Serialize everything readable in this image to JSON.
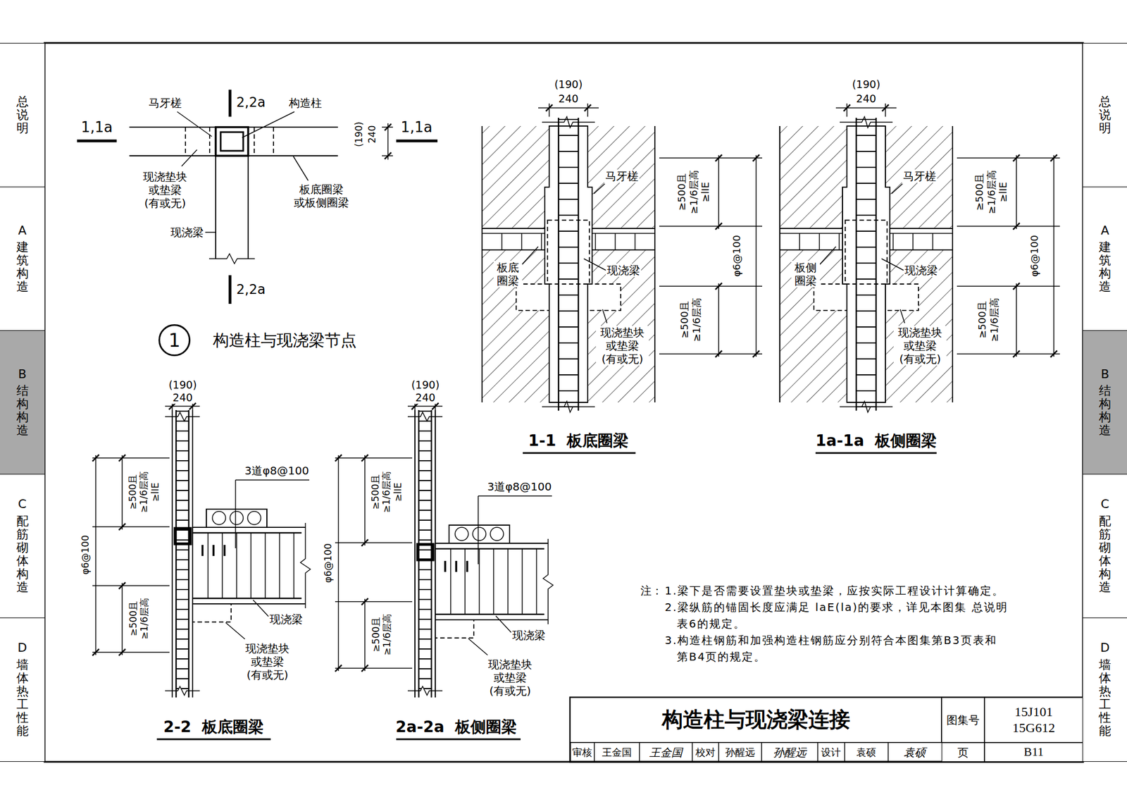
{
  "diagram": {
    "nodes": [
      {
        "text": [
          "总说明"
        ]
      },
      {
        "text": [
          "A",
          "建筑构造"
        ]
      },
      {
        "text": [
          "B",
          "结构构造"
        ]
      },
      {
        "text": [
          "C",
          "配筋砌体构造"
        ]
      },
      {
        "text": [
          "D",
          "墙体热工性能"
        ]
      },
      {
        "text": [
          "总说明"
        ]
      },
      {
        "text": [
          "A",
          "建筑构造"
        ]
      },
      {
        "text": [
          "B",
          "结构构造"
        ]
      },
      {
        "text": [
          "C",
          "配筋砌体构造"
        ]
      },
      {
        "text": [
          "D",
          "墙体热工性能"
        ]
      },
      {
        "text": [
          "1"
        ]
      },
      {
        "text": [
          "构造柱与现浇梁连接"
        ]
      },
      {
        "text": [
          "图集号"
        ]
      },
      {
        "text": [
          "15J101 15G612"
        ]
      },
      {
        "text": [
          "页"
        ]
      },
      {
        "text": [
          "B11"
        ]
      }
    ],
    "labels": [
      "马牙槎",
      "2,2a",
      "构造柱",
      "1,1a",
      "1,1a",
      "(190)",
      "240",
      "现浇垫块 或垫梁 (有或无)",
      "板底圈梁 或板侧圈梁",
      "现浇梁",
      "2,2a",
      "构造柱与现浇梁节点",
      "(190)",
      "240",
      "马牙槎",
      "板底 圈梁",
      "现浇梁",
      "现浇垫块 或垫梁 (有或无)",
      "≥500且 ≥1/6层高 ≥lIE",
      "φ6@100",
      "≥500且 ≥1/6层高",
      "1-1  板底圈梁",
      "(190)",
      "240",
      "马牙槎",
      "板侧 圈梁",
      "现浇梁",
      "现浇垫块 或垫梁 (有或无)",
      "≥500且 ≥1/6层高 ≥lIE",
      "φ6@100",
      "≥500且 ≥1/6层高",
      "1a-1a  板侧圈梁",
      "(190)",
      "240",
      "≥500且 ≥1/6层高 ≥lIE",
      "φ6@100",
      "≥500且 ≥1/6层高",
      "3道φ8@100",
      "现浇梁",
      "现浇垫块 或垫梁 (有或无)",
      "2-2  板底圈梁",
      "(190)",
      "240",
      "≥500且 ≥1/6层高 ≥lIE",
      "φ6@100",
      "≥500且 ≥1/6层高",
      "3道φ8@100",
      "现浇梁",
      "现浇垫块 或垫梁 (有或无)",
      "2a-2a  板侧圈梁",
      "注：",
      "1.梁下是否需要设置垫块或垫梁，应按实际工程设计计算确定。",
      "2.梁纵筋的锚固长度应满足 laE(la)的要求，详见本图集 总说明 表6的规定。",
      "3.构造柱钢筋和加强构造柱钢筋应分别符合本图集第B3页表和 第B4页的规定。",
      "审核",
      "王金国",
      "王金国",
      "校对",
      "孙醒远",
      "孙醒远",
      "设计",
      "袁硕",
      "袁硕"
    ]
  }
}
